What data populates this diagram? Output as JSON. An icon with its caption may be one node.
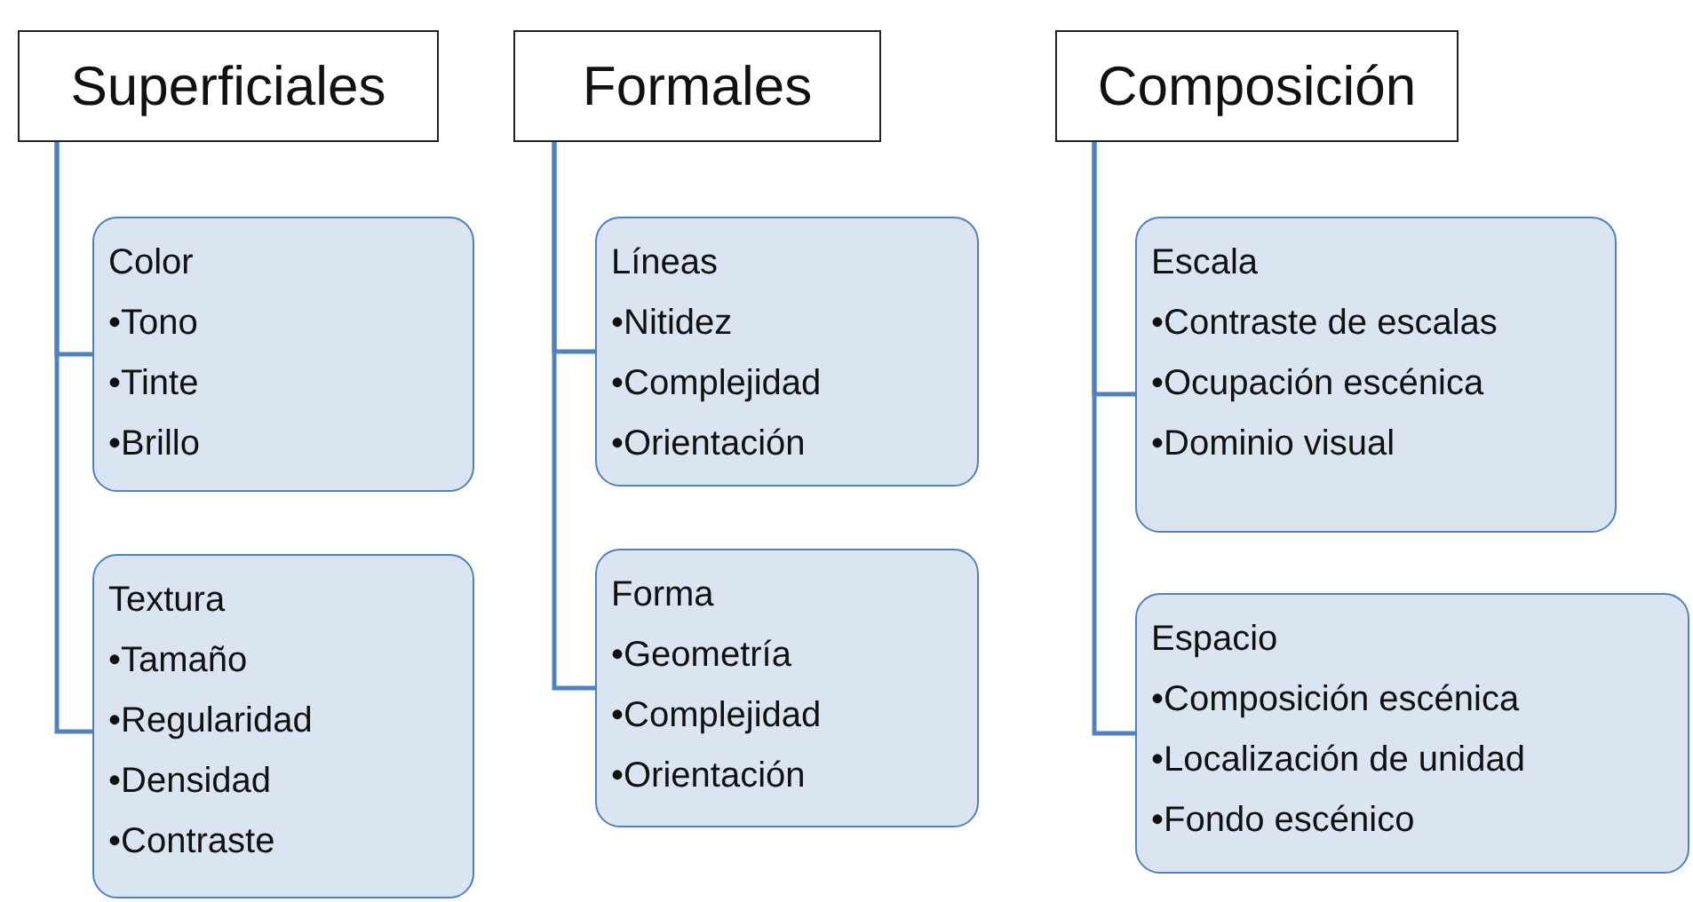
{
  "diagram": {
    "nodes": [
      {
        "text": [
          "Superficiales"
        ]
      },
      {
        "text": [
          "Color",
          "•Tono",
          "•Tinte",
          "•Brillo"
        ]
      },
      {
        "text": [
          "Textura",
          "•Tamaño",
          "•Regularidad",
          "•Densidad",
          "•Contraste"
        ]
      },
      {
        "text": [
          "Formales"
        ]
      },
      {
        "text": [
          "Líneas",
          "•Nitidez",
          "•Complejidad",
          "•Orientación"
        ]
      },
      {
        "text": [
          "Forma",
          "•Geometría",
          "•Complejidad",
          "•Orientación"
        ]
      },
      {
        "text": [
          "Composición"
        ]
      },
      {
        "text": [
          "Escala",
          "•Contraste de escalas",
          "•Ocupación escénica",
          "•Dominio visual"
        ]
      },
      {
        "text": [
          "Espacio",
          "•Composición escénica",
          "•Localización de unidad",
          "•Fondo escénico"
        ]
      }
    ],
    "edges": [
      {
        "from": 0,
        "to": 1,
        "arrow": "none"
      },
      {
        "from": 0,
        "to": 2,
        "arrow": "none"
      },
      {
        "from": 3,
        "to": 4,
        "arrow": "none"
      },
      {
        "from": 3,
        "to": 5,
        "arrow": "none"
      },
      {
        "from": 6,
        "to": 7,
        "arrow": "none"
      },
      {
        "from": 6,
        "to": 8,
        "arrow": "none"
      }
    ]
  }
}
